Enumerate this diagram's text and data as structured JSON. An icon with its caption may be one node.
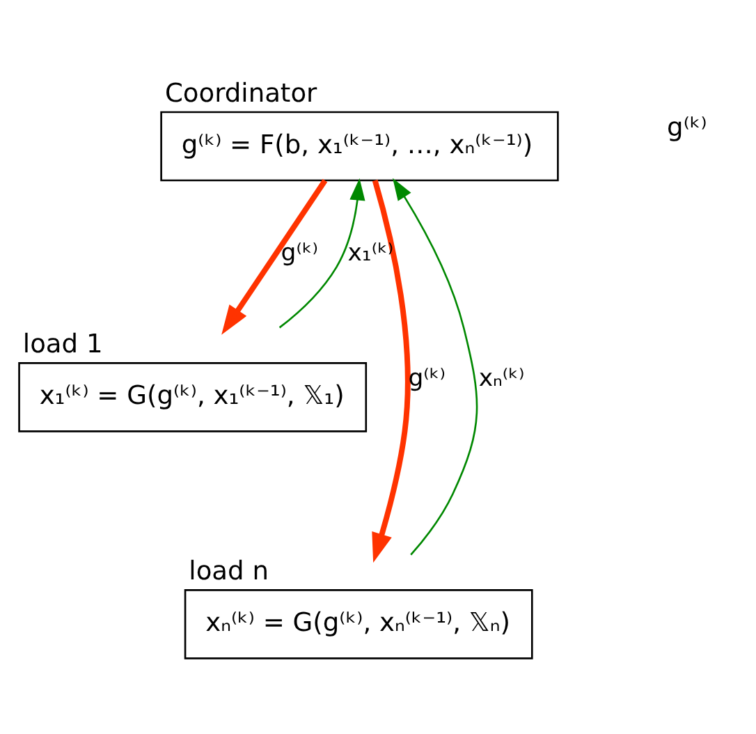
{
  "diagram": {
    "nodes": [
      {
        "text": [
          "Coordinator",
          "g⁽ᵏ⁾ = F(b, x₁⁽ᵏ⁻¹⁾, …, xₙ⁽ᵏ⁻¹⁾)"
        ]
      },
      {
        "text": [
          "load 1",
          "x₁⁽ᵏ⁾ = G(g⁽ᵏ⁾, x₁⁽ᵏ⁻¹⁾, 𝕏₁)"
        ]
      },
      {
        "text": [
          "load n",
          "xₙ⁽ᵏ⁾ = G(g⁽ᵏ⁾, xₙ⁽ᵏ⁻¹⁾, 𝕏ₙ)"
        ]
      }
    ],
    "edges": [
      {
        "from": 0,
        "to": 1,
        "arrow": "to",
        "label": "g⁽ᵏ⁾",
        "style": "thick",
        "color": "#ff3300"
      },
      {
        "from": 0,
        "to": 2,
        "arrow": "to",
        "label": "g⁽ᵏ⁾",
        "style": "thick",
        "color": "#ff3300"
      },
      {
        "from": 1,
        "to": 0,
        "arrow": "to",
        "label": "x₁⁽ᵏ⁾",
        "color": "#008800"
      },
      {
        "from": 2,
        "to": 0,
        "arrow": "to",
        "label": "xₙ⁽ᵏ⁾",
        "color": "#008800"
      }
    ],
    "labels": [
      "g⁽ᵏ⁾"
    ]
  }
}
